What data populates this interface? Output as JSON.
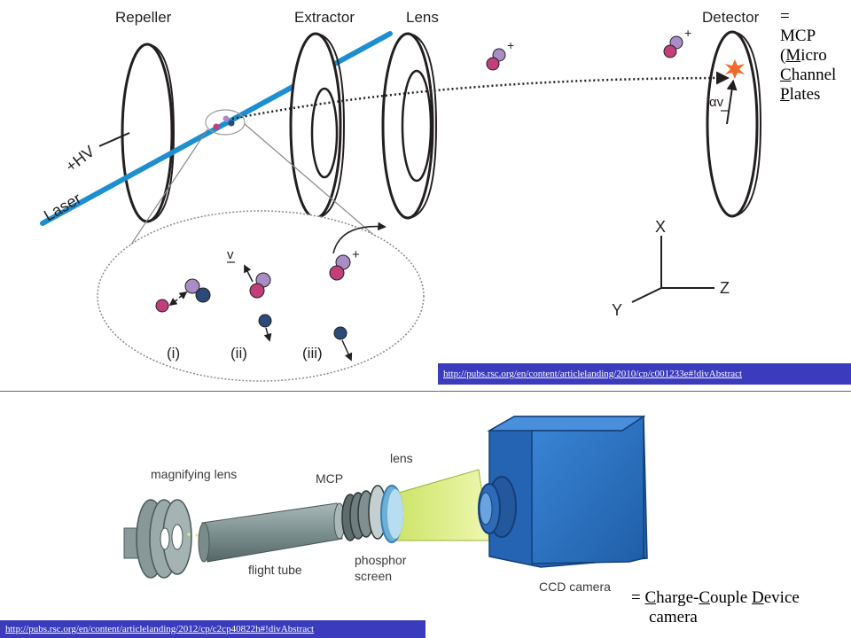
{
  "top_diagram": {
    "labels": {
      "repeller": "Repeller",
      "extractor": "Extractor",
      "lens": "Lens",
      "detector": "Detector",
      "hv": "+HV",
      "laser": "Laser",
      "ion_plus": "+",
      "ion_plus2": "+",
      "ion_plus3": "+",
      "alpha_v": "αv",
      "v_vec": "v",
      "step_i": "(i)",
      "step_ii": "(ii)",
      "step_iii": "(iii)",
      "axis_x": "X",
      "axis_y": "Y",
      "axis_z": "Z"
    },
    "source_link": "http://pubs.rsc.org/en/content/articlelanding/2010/cp/c001233e#!divAbstract",
    "mcp_note": {
      "line1": "=",
      "line2": "MCP",
      "open": "(",
      "m": "M",
      "icro": "icro",
      "c": "C",
      "hannel": "hannel",
      "p": "P",
      "lates": "lates"
    }
  },
  "bottom_diagram": {
    "labels": {
      "magnifying_lens": "magnifying lens",
      "mcp": "MCP",
      "lens": "lens",
      "flight_tube": "flight tube",
      "phosphor": "phosphor",
      "screen": "screen",
      "ccd_camera": "CCD camera"
    },
    "source_link": "http://pubs.rsc.org/en/content/articlelanding/2012/cp/c2cp40822h#!divAbstract",
    "ccd_note": {
      "prefix": "= ",
      "c1": "C",
      "harge": "harge-",
      "c2": "C",
      "ouple": "ouple ",
      "d": "D",
      "evice": "evice",
      "line2": "camera"
    }
  },
  "colors": {
    "laser": "#1d8fd0",
    "ion_light": "#a98dc6",
    "ion_dark": "#c23f7c",
    "neutral": "#2c4a78",
    "camera": "#2a6fc0",
    "cone": "#d9ec7a",
    "tube": "#7f9191",
    "link_bg": "#3a3bbd"
  }
}
